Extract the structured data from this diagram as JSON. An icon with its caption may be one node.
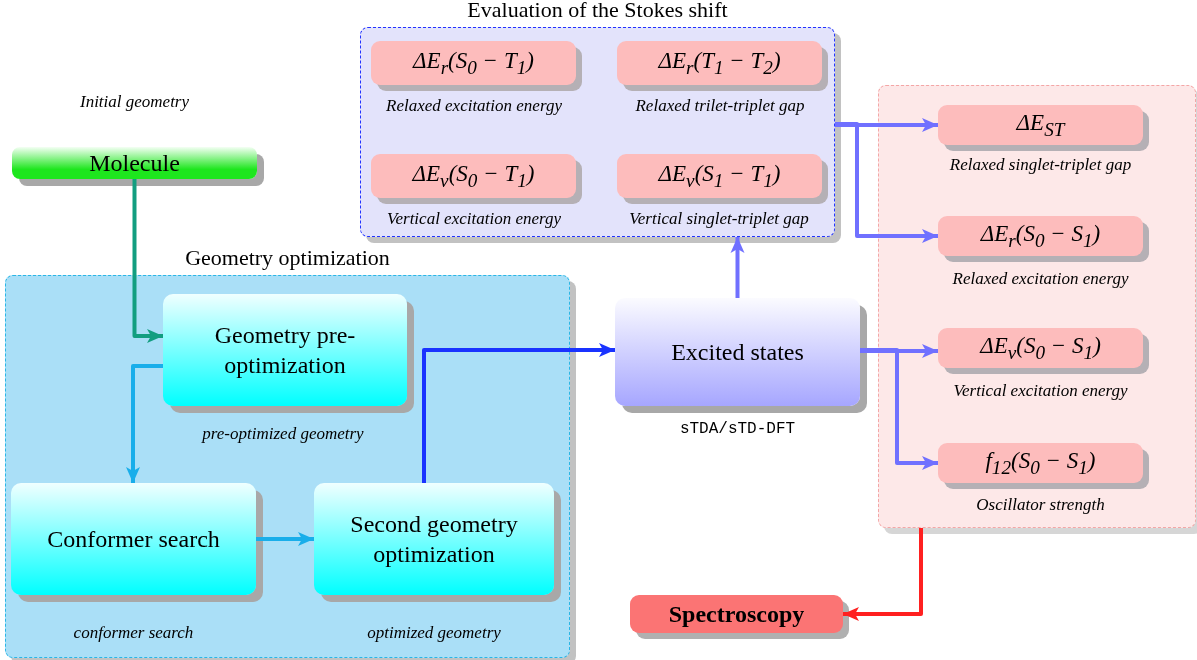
{
  "diagram": {
    "nodes": [
      {
        "text": [
          "Molecule"
        ],
        "beside": [
          "Initial geometry"
        ]
      },
      {
        "text": [
          "Geometry optimization"
        ]
      },
      {
        "text": [
          "Geometry pre-optimization"
        ],
        "in": 1,
        "beside": [
          "pre-optimized geometry"
        ]
      },
      {
        "text": [
          "Conformer search"
        ],
        "in": 1,
        "beside": [
          "conformer search"
        ]
      },
      {
        "text": [
          "Second geometry optimization"
        ],
        "in": 1,
        "beside": [
          "optimized geometry"
        ]
      },
      {
        "text": [
          "Evaluation of the Stokes shift"
        ]
      },
      {
        "text": [
          "ΔE$_{r}$(S$_{0}$ − T$_{1}$)"
        ],
        "in": 5,
        "beside": [
          "Relaxed excitation energy"
        ]
      },
      {
        "text": [
          "ΔE$_{r}$(T$_{1}$ − T$_{2}$)"
        ],
        "in": 5,
        "beside": [
          "Relaxed trilet-triplet gap"
        ]
      },
      {
        "text": [
          "ΔE$_{v}$(S$_{0}$ − T$_{1}$)"
        ],
        "in": 5,
        "beside": [
          "Vertical excitation energy"
        ]
      },
      {
        "text": [
          "ΔE$_{v}$(S$_{1}$ − T$_{1}$)"
        ],
        "in": 5,
        "beside": [
          "Vertical singlet-triplet gap"
        ]
      },
      {
        "text": [
          "Excited states"
        ],
        "beside": [
          "sTDA/sTD-DFT"
        ]
      },
      {
        "text": [],
        "shape": "box"
      },
      {
        "text": [
          "ΔE$_{ST}$"
        ],
        "in": 11,
        "beside": [
          "Relaxed singlet-triplet gap"
        ]
      },
      {
        "text": [
          "ΔE$_{r}$(S$_{0}$ − S$_{1}$)"
        ],
        "in": 11,
        "beside": [
          "Relaxed excitation energy"
        ]
      },
      {
        "text": [
          "ΔE$_{v}$(S$_{0}$ − S$_{1}$)"
        ],
        "in": 11,
        "beside": [
          "Vertical excitation energy"
        ]
      },
      {
        "text": [
          "f$_{12}$(S$_{0}$ − S$_{1}$)"
        ],
        "in": 11,
        "beside": [
          "Oscillator strength"
        ]
      },
      {
        "text": [
          "Spectroscopy"
        ]
      }
    ],
    "edges": [
      {
        "from": 0,
        "to": 2,
        "arrow": "to",
        "color": "#129e80"
      },
      {
        "from": 2,
        "to": 3,
        "arrow": "to",
        "color": "#19aeea"
      },
      {
        "from": 3,
        "to": 4,
        "arrow": "to",
        "color": "#19aeea"
      },
      {
        "from": 4,
        "to": 10,
        "arrow": "to",
        "color": "#1a33ff"
      },
      {
        "from": 10,
        "to": 5,
        "arrow": "to"
      },
      {
        "from": 5,
        "to": 12,
        "arrow": "to"
      },
      {
        "from": 5,
        "to": 13,
        "arrow": "to"
      },
      {
        "from": 10,
        "to": 14,
        "arrow": "to"
      },
      {
        "from": 10,
        "to": 15,
        "arrow": "to"
      },
      {
        "from": 11,
        "to": 16,
        "arrow": "to",
        "color": "#ff2020"
      }
    ]
  }
}
